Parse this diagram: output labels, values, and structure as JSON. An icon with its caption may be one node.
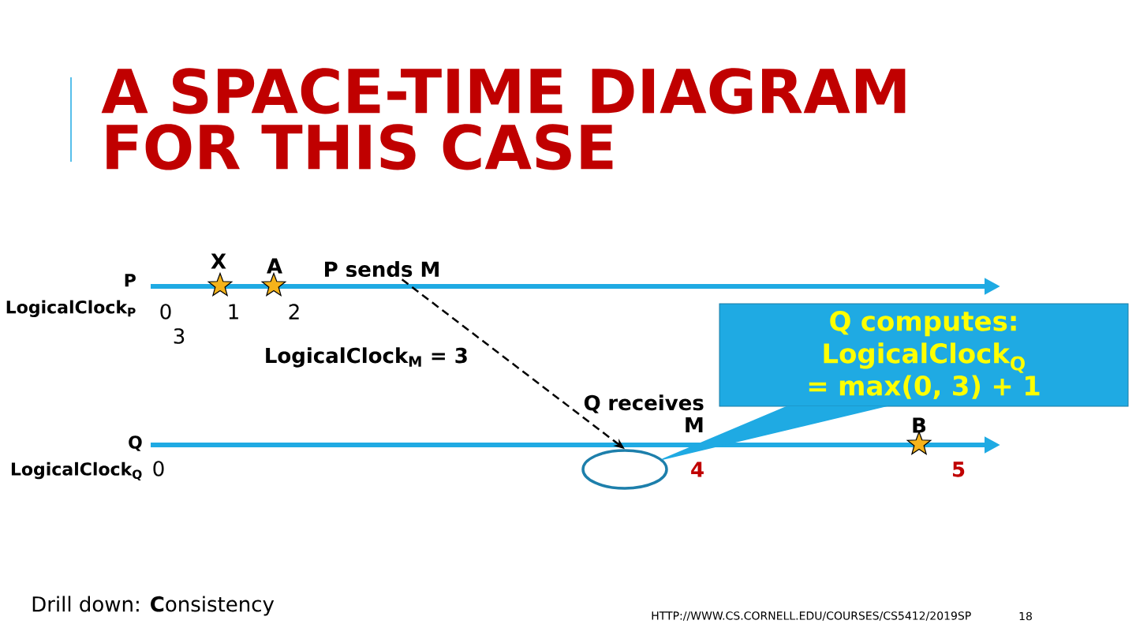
{
  "diagram": {
    "title": "A SPACE-TIME DIAGRAM FOR THIS CASE",
    "nodes": [
      {
        "text": [
          "P sends M"
        ]
      },
      {
        "text": [],
        "shape": "circle"
      },
      {
        "text": [
          "Q computes: LogicalClock$_{Q}$ = max(0, 3) + 1"
        ]
      }
    ],
    "edges": [
      {
        "from": 0,
        "to": 1,
        "arrow": "to",
        "style": "dashed",
        "label": "LogicalClock$_{M}$ = 3"
      },
      {
        "from": 2,
        "to": 1,
        "arrow": "none",
        "color": "#1faae3"
      }
    ],
    "labels": [
      "X",
      "A",
      "P LogicalClock$_{P}$",
      "0",
      "1",
      "2",
      "3",
      "Q receives M",
      "B",
      "Q LogicalClock$_{Q}$",
      "0",
      "4",
      "5",
      "Drill down: **C**onsistency",
      "HTTP://WWW.CS.CORNELL.EDU/COURSES/CS5412/2019SP",
      "18"
    ]
  }
}
